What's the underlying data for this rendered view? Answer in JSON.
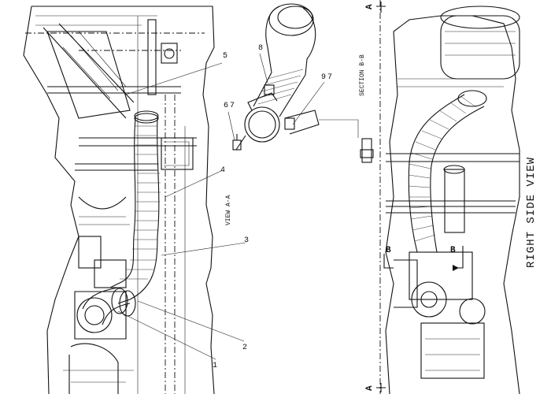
{
  "callouts": {
    "c2": "2",
    "c3": "3",
    "c4": "4",
    "c5": "5",
    "c6": "6",
    "c7a": "7",
    "c7b": "7",
    "c8": "8",
    "c9": "9",
    "c1": "1"
  },
  "views": {
    "view_aa": "VIEW A-A",
    "section_bb": "SECTION B-B",
    "right_side_view": "RIGHT SIDE VIEW"
  },
  "section_marks": {
    "a_top": "A",
    "a_bottom": "A",
    "b_left": "B",
    "b_right": "B"
  }
}
